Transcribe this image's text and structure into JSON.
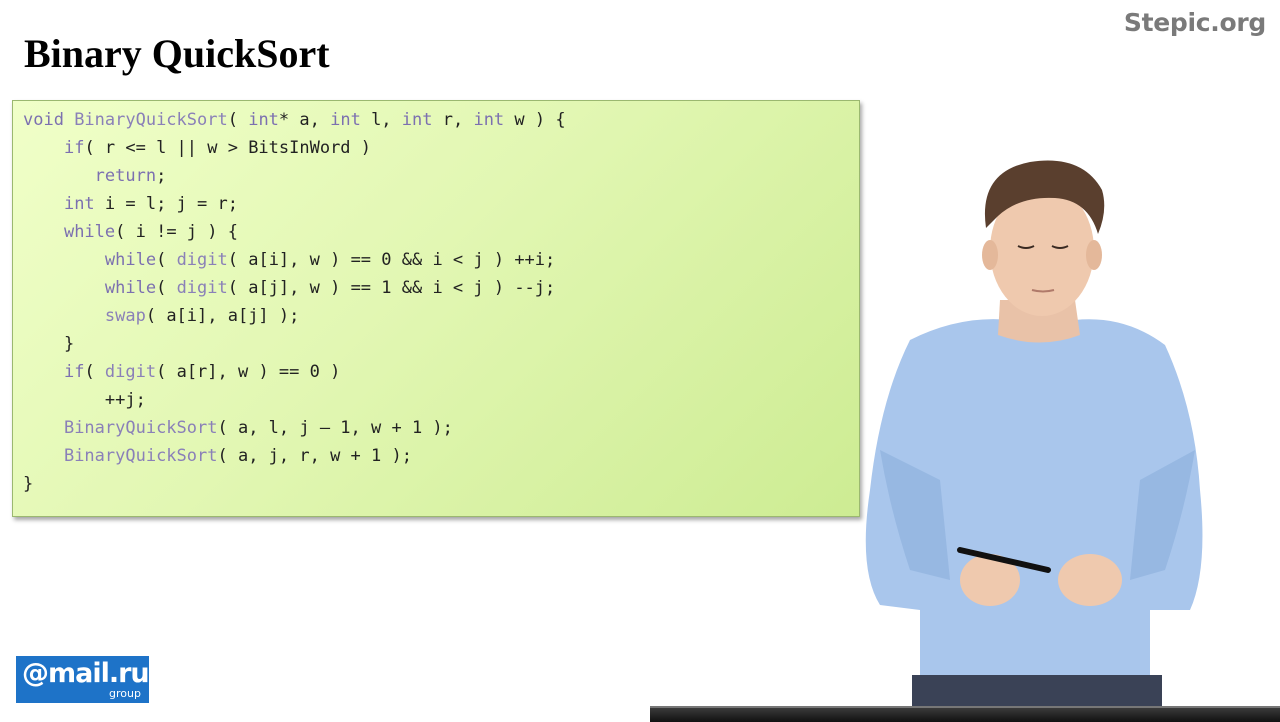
{
  "slide": {
    "title": "Binary QuickSort",
    "brand": "Stepic.org"
  },
  "code": {
    "lines": [
      [
        {
          "t": "void ",
          "c": "kw"
        },
        {
          "t": "BinaryQuickSort",
          "c": "fn"
        },
        {
          "t": "( ",
          "c": "tx"
        },
        {
          "t": "int",
          "c": "kw"
        },
        {
          "t": "* a, ",
          "c": "tx"
        },
        {
          "t": "int",
          "c": "kw"
        },
        {
          "t": " l, ",
          "c": "tx"
        },
        {
          "t": "int",
          "c": "kw"
        },
        {
          "t": " r, ",
          "c": "tx"
        },
        {
          "t": "int",
          "c": "kw"
        },
        {
          "t": " w ) {",
          "c": "tx"
        }
      ],
      [
        {
          "t": "    ",
          "c": "tx"
        },
        {
          "t": "if",
          "c": "kw"
        },
        {
          "t": "( r <= l || w > BitsInWord )",
          "c": "tx"
        }
      ],
      [
        {
          "t": "       ",
          "c": "tx"
        },
        {
          "t": "return",
          "c": "kw"
        },
        {
          "t": ";",
          "c": "tx"
        }
      ],
      [
        {
          "t": "    ",
          "c": "tx"
        },
        {
          "t": "int",
          "c": "kw"
        },
        {
          "t": " i = l; j = r;",
          "c": "tx"
        }
      ],
      [
        {
          "t": "    ",
          "c": "tx"
        },
        {
          "t": "while",
          "c": "kw"
        },
        {
          "t": "( i != j ) {",
          "c": "tx"
        }
      ],
      [
        {
          "t": "        ",
          "c": "tx"
        },
        {
          "t": "while",
          "c": "kw"
        },
        {
          "t": "( ",
          "c": "tx"
        },
        {
          "t": "digit",
          "c": "fn"
        },
        {
          "t": "( a[i], w ) == 0 && i < j ) ++i;",
          "c": "tx"
        }
      ],
      [
        {
          "t": "        ",
          "c": "tx"
        },
        {
          "t": "while",
          "c": "kw"
        },
        {
          "t": "( ",
          "c": "tx"
        },
        {
          "t": "digit",
          "c": "fn"
        },
        {
          "t": "( a[j], w ) == 1 && i < j ) --j;",
          "c": "tx"
        }
      ],
      [
        {
          "t": "        ",
          "c": "tx"
        },
        {
          "t": "swap",
          "c": "fn"
        },
        {
          "t": "( a[i], a[j] );",
          "c": "tx"
        }
      ],
      [
        {
          "t": "    }",
          "c": "tx"
        }
      ],
      [
        {
          "t": "    ",
          "c": "tx"
        },
        {
          "t": "if",
          "c": "kw"
        },
        {
          "t": "( ",
          "c": "tx"
        },
        {
          "t": "digit",
          "c": "fn"
        },
        {
          "t": "( a[r], w ) == 0 )",
          "c": "tx"
        }
      ],
      [
        {
          "t": "        ++j;",
          "c": "tx"
        }
      ],
      [
        {
          "t": "    ",
          "c": "tx"
        },
        {
          "t": "BinaryQuickSort",
          "c": "fn"
        },
        {
          "t": "( a, l, j – 1, w + 1 );",
          "c": "tx"
        }
      ],
      [
        {
          "t": "    ",
          "c": "tx"
        },
        {
          "t": "BinaryQuickSort",
          "c": "fn"
        },
        {
          "t": "( a, j, r, w + 1 );",
          "c": "tx"
        }
      ],
      [
        {
          "t": "}",
          "c": "tx"
        }
      ]
    ]
  },
  "logo": {
    "main": "@mail.ru",
    "sub": "group"
  },
  "colors": {
    "keyword": "#7c70b0",
    "function": "#8a80b8",
    "text": "#222222",
    "code_bg": "#e2f7b3",
    "logo_bg": "#1e73c8",
    "brand": "#7a7a7a"
  },
  "icons": {
    "logo": "mail-ru-group-logo"
  }
}
